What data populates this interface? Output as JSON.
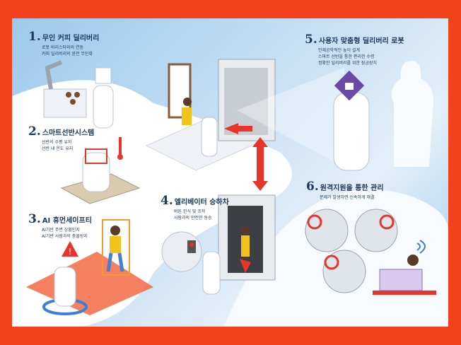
{
  "colors": {
    "frame": "#f2411b",
    "accent": "#e8342a",
    "text": "#1b3a5c"
  },
  "sections": [
    {
      "num": "1.",
      "title": "무인 커피 딜리버리",
      "lines": [
        "로봇 바리스타와의 연동",
        "커피 딜리버리의 완전 무인화"
      ]
    },
    {
      "num": "2.",
      "title": "스마트선반시스템",
      "lines": [
        "선반의 수평 유지",
        "선반 내 온도 유지"
      ]
    },
    {
      "num": "3.",
      "title": "AI 휴먼세이프티",
      "lines": [
        "AI기반 주변 상황인지",
        "AI기반 사람과의 충돌방지"
      ]
    },
    {
      "num": "4.",
      "title": "엘리베이터 승하차",
      "lines": [
        "버튼 인식 및 조작",
        "사람과의 안전한 동승"
      ]
    },
    {
      "num": "5.",
      "title": "사용자 맞춤형 딜리버리 로봇",
      "lines": [
        "인체공학적인 높이 설계",
        "스마트 선반을 통한 편리한 수령",
        "정확한 딜리버리를 위한 잠금장치"
      ]
    },
    {
      "num": "6.",
      "title": "원격지원을 통한 관리",
      "lines": [
        "문제가 발생하면 신속하게 해결"
      ]
    }
  ]
}
